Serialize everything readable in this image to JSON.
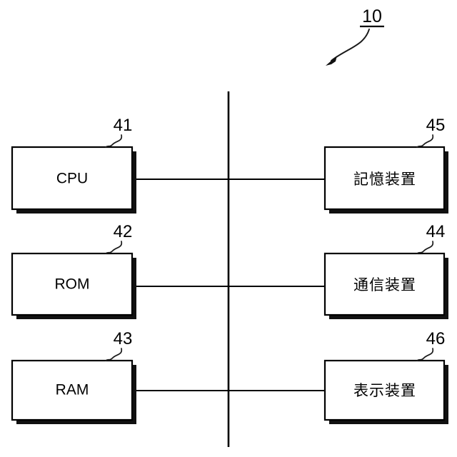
{
  "figure": {
    "figure_reference": "10",
    "figure_reference_underlined": true,
    "arrow_icon": "curved-arrow-pointing-down-left"
  },
  "diagram": {
    "type": "block-diagram",
    "bus": {
      "orientation": "vertical",
      "label": "system-bus"
    },
    "blocks": [
      {
        "id": "cpu",
        "label": "CPU",
        "reference": "41",
        "column": "left",
        "row": 1,
        "script": "latin"
      },
      {
        "id": "rom",
        "label": "ROM",
        "reference": "42",
        "column": "left",
        "row": 2,
        "script": "latin"
      },
      {
        "id": "ram",
        "label": "RAM",
        "reference": "43",
        "column": "left",
        "row": 3,
        "script": "latin"
      },
      {
        "id": "storage-device",
        "label": "記憶装置",
        "reference": "45",
        "column": "right",
        "row": 1,
        "script": "japanese"
      },
      {
        "id": "communication-device",
        "label": "通信装置",
        "reference": "44",
        "column": "right",
        "row": 2,
        "script": "japanese"
      },
      {
        "id": "display-device",
        "label": "表示装置",
        "reference": "46",
        "column": "right",
        "row": 3,
        "script": "japanese"
      }
    ],
    "colors": {
      "background": "#ffffff",
      "stroke": "#000000",
      "shadow": "#111111"
    }
  }
}
